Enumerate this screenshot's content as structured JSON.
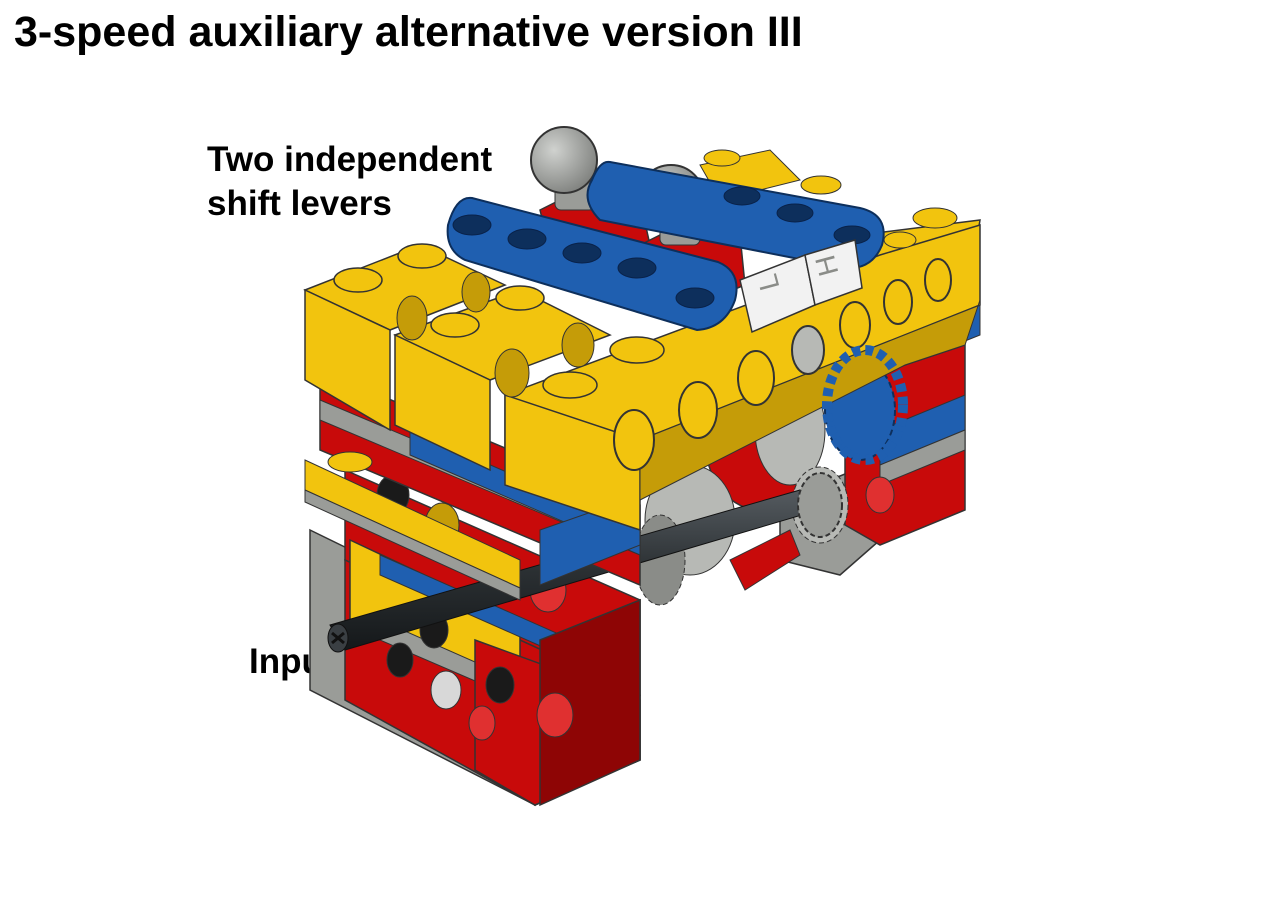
{
  "title": "3-speed auxiliary alternative version III",
  "labels": {
    "shift_levers_line1": "Two independent",
    "shift_levers_line2": "shift levers",
    "input": "Input"
  },
  "tile_marks": {
    "left_tile": "L",
    "right_tile": "H"
  },
  "colors": {
    "yellow": "#f2c40e",
    "yellow_dark": "#c59c08",
    "red": "#c80a0a",
    "red_dark": "#8e0505",
    "blue": "#1f5fb0",
    "blue_dark": "#123f7c",
    "gray": "#9a9c98",
    "gray_dark": "#6f716d",
    "black_axle": "#2b3033",
    "white_tile": "#f2f2f2"
  }
}
